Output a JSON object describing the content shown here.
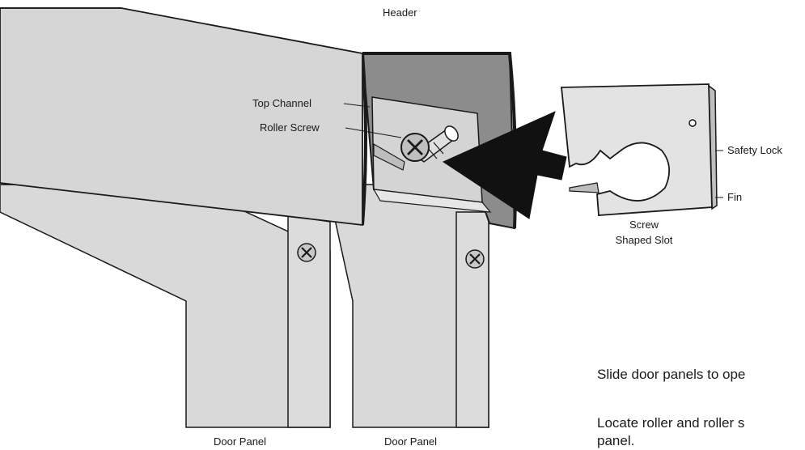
{
  "labels": {
    "header": "Header",
    "top_channel": "Top Channel",
    "roller_screw": "Roller Screw",
    "safety_lock": "Safety Lock",
    "fin": "Fin",
    "screw_shaped_slot_line1": "Screw",
    "screw_shaped_slot_line2": "Shaped Slot",
    "door_panel_left": "Door Panel",
    "door_panel_right": "Door Panel"
  },
  "instructions": {
    "step1": "Slide door panels to ope",
    "step2_line1": "Locate roller and roller s",
    "step2_line2": "panel."
  },
  "colors": {
    "outline": "#1a1a1a",
    "panel_fill": "#d9d9d9",
    "channel_dark": "#8c8c8c",
    "header_fill": "#d6d6d6",
    "lock_fill": "#e3e3e3"
  }
}
